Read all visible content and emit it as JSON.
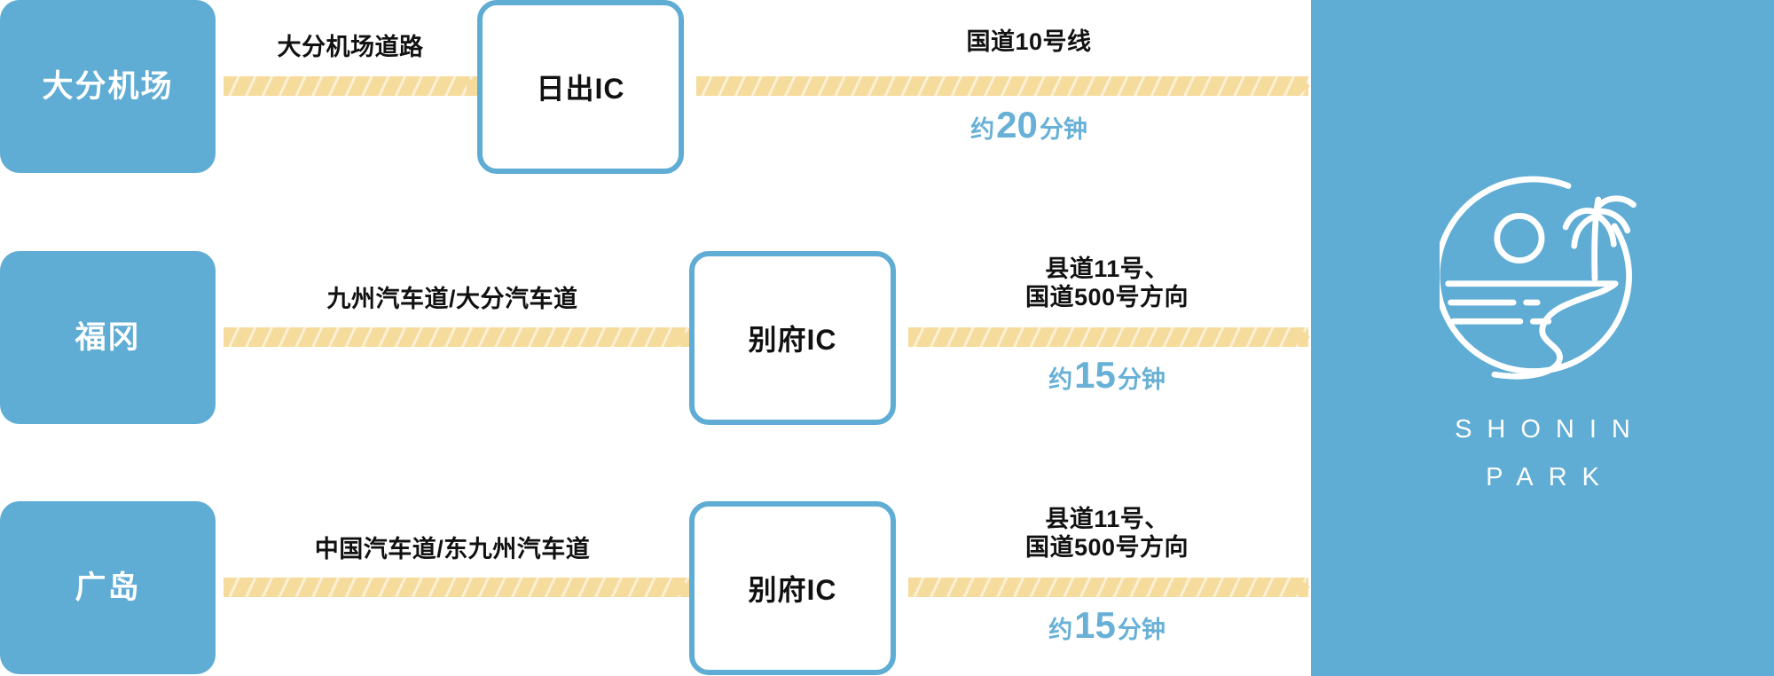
{
  "diagram": {
    "type": "access-route-diagram",
    "colors": {
      "brand_blue": "#5FACD4",
      "arrow_yellow": "#F6DC9C",
      "arrow_track": "#FBEFD6",
      "duration_blue": "#68B0D6",
      "text_black": "#111111",
      "panel_text": "#FFFFFF"
    },
    "rows": [
      {
        "origin": "大分机场",
        "segment1_route": "大分机场道路",
        "interchange": "日出IC",
        "segment2_route": "国道10号线",
        "duration_prefix": "约",
        "duration_value": "20",
        "duration_suffix": "分钟"
      },
      {
        "origin": "福冈",
        "segment1_route": "九州汽车道/大分汽车道",
        "interchange": "别府IC",
        "segment2_route": "县道11号、\n国道500号方向",
        "duration_prefix": "约",
        "duration_value": "15",
        "duration_suffix": "分钟"
      },
      {
        "origin": "广岛",
        "segment1_route": "中国汽车道/东九州汽车道",
        "interchange": "别府IC",
        "segment2_route": "县道11号、\n国道500号方向",
        "duration_prefix": "约",
        "duration_value": "15",
        "duration_suffix": "分钟"
      }
    ],
    "destination": {
      "logo_icon": "beach-sun-palm-circle-logo",
      "wordmark_line1": "SHONIN",
      "wordmark_line2": "PARK"
    }
  }
}
